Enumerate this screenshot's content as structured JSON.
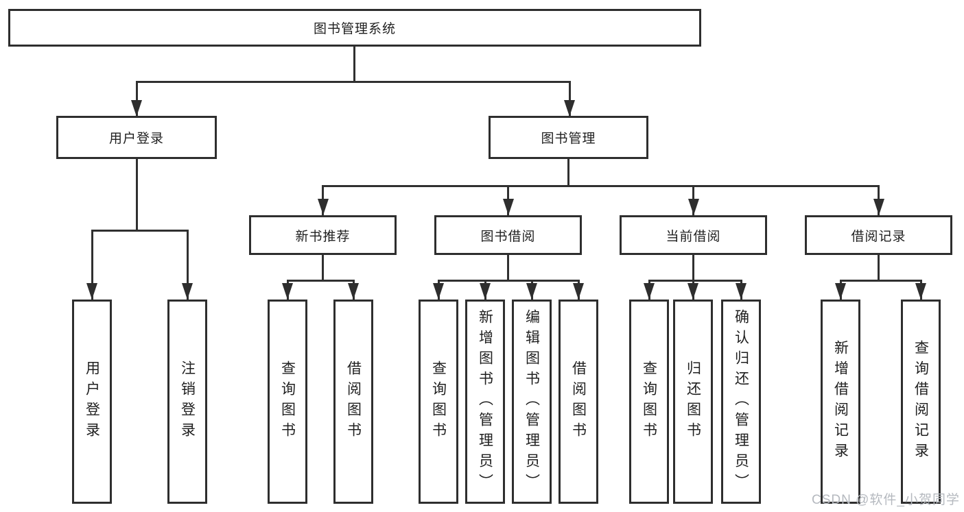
{
  "nodes": {
    "root": {
      "label": "图书管理系统"
    },
    "user_login": {
      "label": "用户登录",
      "children": [
        {
          "label": "用户登录"
        },
        {
          "label": "注销登录"
        }
      ]
    },
    "book_management": {
      "label": "图书管理",
      "children": [
        {
          "label": "新书推荐",
          "children": [
            {
              "label": "查询图书"
            },
            {
              "label": "借阅图书"
            }
          ]
        },
        {
          "label": "图书借阅",
          "children": [
            {
              "label": "查询图书"
            },
            {
              "label": "新增图书（管理员）"
            },
            {
              "label": "编辑图书（管理员）"
            },
            {
              "label": "借阅图书"
            }
          ]
        },
        {
          "label": "当前借阅",
          "children": [
            {
              "label": "查询图书"
            },
            {
              "label": "归还图书"
            },
            {
              "label": "确认归还（管理员）"
            }
          ]
        },
        {
          "label": "借阅记录",
          "children": [
            {
              "label": "新增借阅记录"
            },
            {
              "label": "查询借阅记录"
            }
          ]
        }
      ]
    }
  },
  "watermark": "CSDN @软件_小贺同学",
  "colors": {
    "line": "#303030",
    "border": "#2e2e2e",
    "text": "#1f1f1f",
    "watermark_text": "#b5b9bf",
    "background": "#ffffff"
  }
}
